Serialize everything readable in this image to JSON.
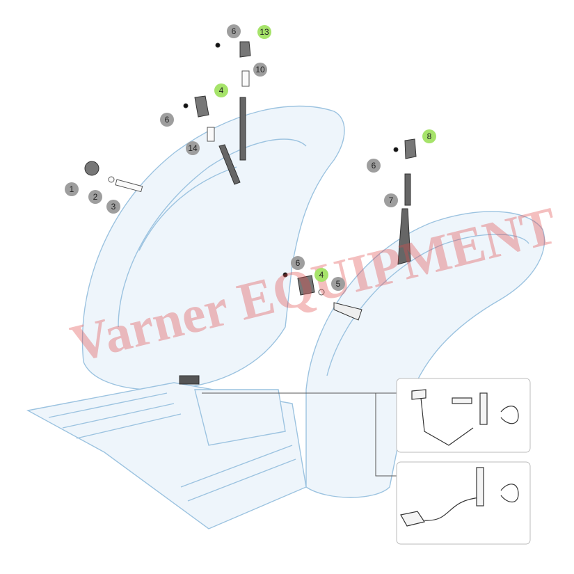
{
  "callouts": [
    {
      "id": "c1",
      "label": "1",
      "highlight": false
    },
    {
      "id": "c2",
      "label": "2",
      "highlight": false
    },
    {
      "id": "c3",
      "label": "3",
      "highlight": false
    },
    {
      "id": "c4a",
      "label": "4",
      "highlight": true
    },
    {
      "id": "c4b",
      "label": "4",
      "highlight": true
    },
    {
      "id": "c5",
      "label": "5",
      "highlight": false
    },
    {
      "id": "c6a",
      "label": "6",
      "highlight": false
    },
    {
      "id": "c6b",
      "label": "6",
      "highlight": false
    },
    {
      "id": "c6c",
      "label": "6",
      "highlight": false
    },
    {
      "id": "c6d",
      "label": "6",
      "highlight": false
    },
    {
      "id": "c7",
      "label": "7",
      "highlight": false
    },
    {
      "id": "c8",
      "label": "8",
      "highlight": true
    },
    {
      "id": "c10",
      "label": "10",
      "highlight": false
    },
    {
      "id": "c13",
      "label": "13",
      "highlight": true
    },
    {
      "id": "c14",
      "label": "14",
      "highlight": false
    }
  ],
  "colors": {
    "callout_default": "#9e9e9e",
    "callout_highlight": "#a6e36a",
    "outline": "#9cc3e0",
    "fill": "#e8f2fa",
    "watermark": "#e04a4a"
  },
  "watermark": {
    "text": "Varner EQUIPMENT"
  }
}
